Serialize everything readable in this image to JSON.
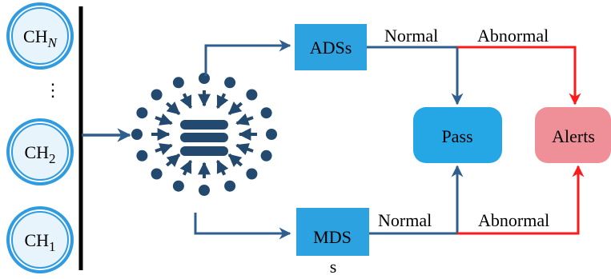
{
  "channels": [
    {
      "base": "CH",
      "sub": "N",
      "sub_italic": true
    },
    {
      "base": "CH",
      "sub": "2",
      "sub_italic": false
    },
    {
      "base": "CH",
      "sub": "1",
      "sub_italic": false
    }
  ],
  "channel_ellipsis": "⋮",
  "nodes": {
    "ads": "ADSs",
    "mds": "MDS",
    "mds_trailing": "s",
    "pass": "Pass",
    "alerts": "Alerts"
  },
  "edge_labels": {
    "ads_normal": "Normal",
    "ads_abnormal": "Abnormal",
    "mds_normal": "Normal",
    "mds_abnormal": "Abnormal"
  },
  "icons": {
    "hub": "database-hub-icon"
  },
  "colors": {
    "flow": "#2f5e8e",
    "alert_flow": "#ff1a1a",
    "box_blue": "#2ca3e0",
    "box_pass": "#25a7e6",
    "box_alerts": "#ef8f97",
    "channel_ring": "#2f9be0",
    "channel_fill": "#e8f4fc",
    "hub": "#23496e",
    "bus": "#000000"
  }
}
